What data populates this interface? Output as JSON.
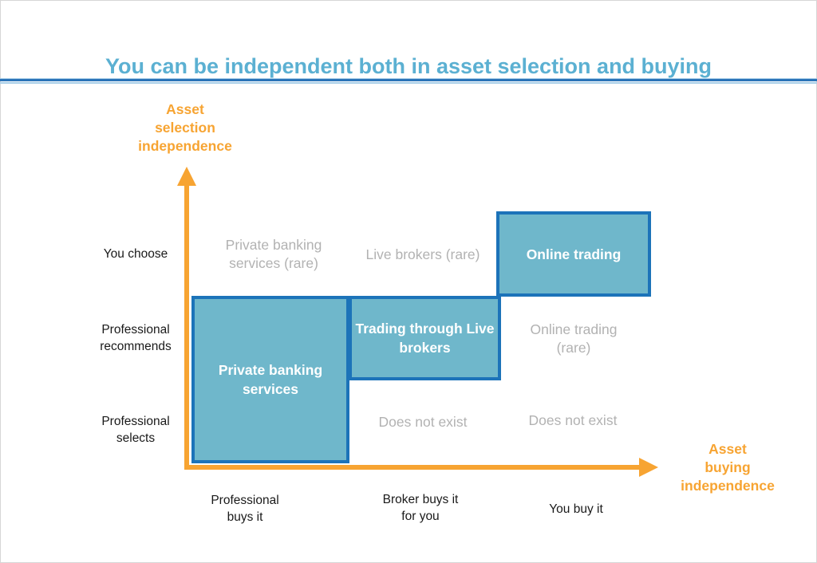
{
  "title": "You can be independent both in asset selection and buying",
  "colors": {
    "title_blue": "#5bb0d2",
    "rule_dark_blue": "#2b74b8",
    "rule_light_blue": "#a8cee8",
    "axis_orange": "#f7a432",
    "box_fill_teal": "#6fb7cb",
    "box_border_blue": "#1c73b9",
    "muted_gray": "#b2b2b2",
    "tick_black": "#1a1a1a"
  },
  "y_axis": {
    "label": "Asset\nselection\nindependence",
    "ticks": [
      "You choose",
      "Professional recommends",
      "Professional selects"
    ]
  },
  "x_axis": {
    "label": "Asset\nbuying\nindependence",
    "ticks": [
      "Professional buys it",
      "Broker buys it\nfor you",
      "You buy it"
    ]
  },
  "matrix": {
    "muted_cells": [
      {
        "row": "You choose",
        "col": "Professional buys it",
        "text": "Private banking services (rare)"
      },
      {
        "row": "You choose",
        "col": "Broker buys it for you",
        "text": "Live brokers (rare)"
      },
      {
        "row": "Professional recommends",
        "col": "You buy it",
        "text": "Online trading (rare)"
      },
      {
        "row": "Professional selects",
        "col": "Broker buys it for you",
        "text": "Does not exist"
      },
      {
        "row": "Professional selects",
        "col": "You buy it",
        "text": "Does not exist"
      }
    ],
    "highlight_boxes": [
      {
        "row": "You choose",
        "col": "You buy it",
        "text": "Online trading"
      },
      {
        "row": "Professional recommends",
        "col": "Broker buys it for you",
        "text": "Trading through Live brokers"
      },
      {
        "row": "Professional recommends / Professional selects",
        "col": "Professional buys it",
        "text": "Private banking services"
      }
    ]
  }
}
